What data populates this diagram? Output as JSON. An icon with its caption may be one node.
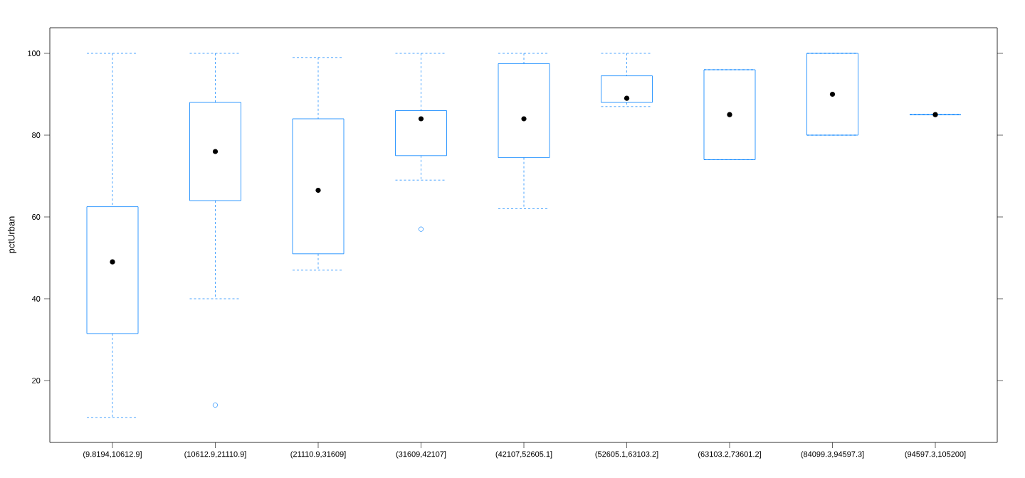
{
  "diagram": {
    "labels": [
      "pctUrban",
      "100",
      "80",
      "60",
      "40",
      "20",
      "(9.8194,10612.9]",
      "(10612.9,21110.9]",
      "(21110.9,31609]",
      "(31609,42107]",
      "(42107,52605.1]",
      "(52605.1,63103.2]",
      "(63103.2,73601.2]",
      "(84099.3,94597.3]",
      "(94597.3,105200]"
    ]
  }
}
